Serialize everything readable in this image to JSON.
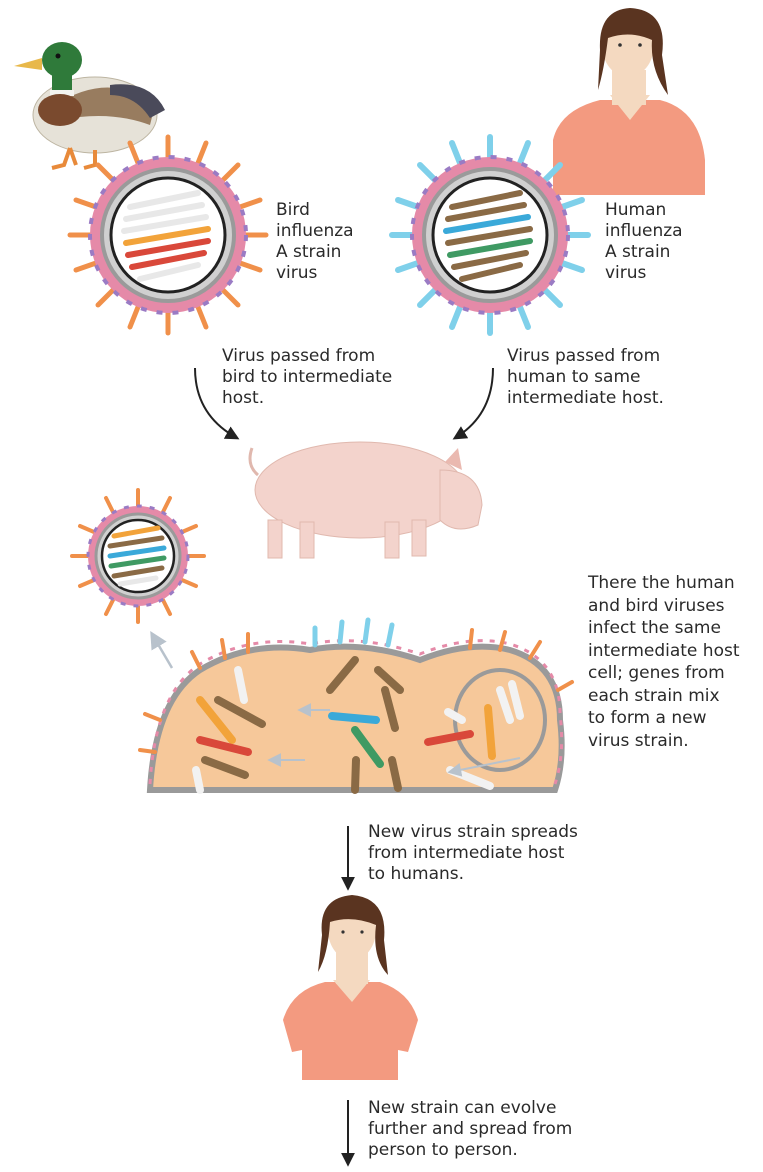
{
  "labels": {
    "bird_virus": "Bird\ninfluenza\nA strain\nvirus",
    "human_virus": "Human\ninfluenza\nA strain\nvirus",
    "bird_to_host": "Virus passed from\nbird to intermediate\nhost.",
    "human_to_host": "Virus passed from\nhuman to same\nintermediate host.",
    "mixing": "There the human\nand bird viruses\ninfect the same\nintermediate host\ncell; genes from\neach strain mix\nto form a new\nvirus strain.",
    "spread_to_humans": "New virus strain spreads\nfrom intermediate host\nto humans.",
    "person_to_person": "New strain can evolve\nfurther and spread from\nperson to person."
  },
  "colors": {
    "bird_spike": "#f0904a",
    "human_spike": "#7fd0ea",
    "envelope_pink": "#e58aa8",
    "envelope_purple": "#9a7bc4",
    "capsid_gray": "#9a9a9a",
    "skin": "#f4d9c0",
    "shirt": "#f39a80",
    "hair": "#5a3420",
    "pig": "#f3d3cc",
    "cell": "#f6c89a",
    "gene_red": "#d9483a",
    "gene_orange": "#f2a33a",
    "gene_white": "#f2f2f2",
    "gene_blue": "#3aa9d9",
    "gene_green": "#3f9a63",
    "gene_brown": "#8a6a45"
  },
  "icons": [
    "duck-icon",
    "human-icon",
    "pig-icon",
    "virus-icon",
    "host-cell-icon",
    "arrow-icon"
  ]
}
